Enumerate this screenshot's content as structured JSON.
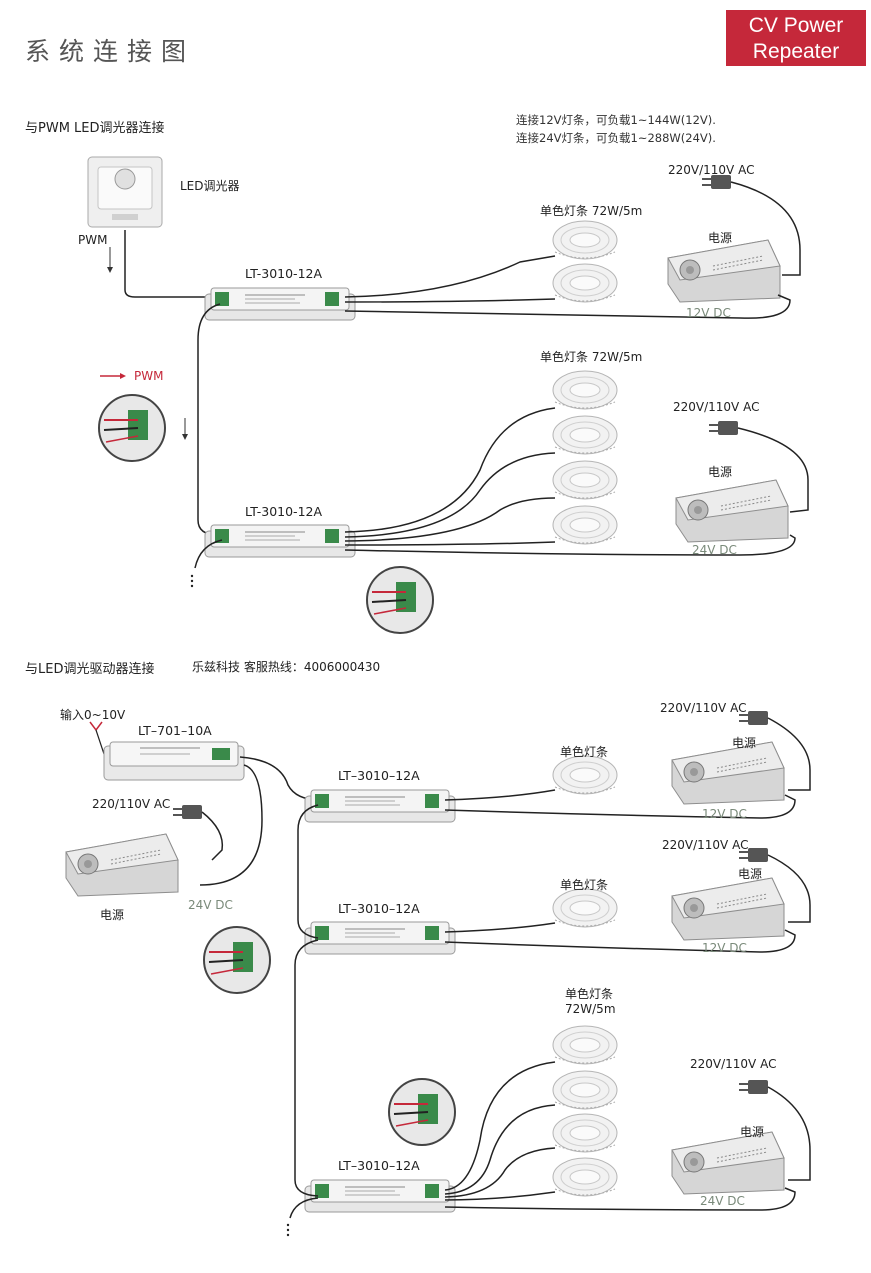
{
  "page": {
    "title": "系统连接图",
    "badge_line1": "CV Power",
    "badge_line2": "Repeater"
  },
  "section1": {
    "heading": "与PWM LED调光器连接",
    "note_line1": "连接12V灯条，可负载1~144W(12V).",
    "note_line2": "连接24V灯条，可负载1~288W(24V).",
    "dimmer_label": "LED调光器",
    "pwm_label": "PWM",
    "pwm_signal_label": "PWM",
    "controller_label": "LT-3010-12A",
    "strip_label": "单色灯条  72W/5m",
    "ac_label": "220V/110V AC",
    "psu_label": "电源",
    "dc_12": "12V DC",
    "dc_24": "24V DC"
  },
  "section2": {
    "heading": "与LED调光驱动器连接",
    "hotline": "乐兹科技 客服热线：4006000430",
    "input_label": "输入0~10V",
    "driver_label": "LT–701–10A",
    "ac_label_driver": "220/110V AC",
    "psu_label": "电源",
    "controller_label": "LT–3010–12A",
    "strip_label": "单色灯条",
    "strip_label_power": "72W/5m",
    "ac_label": "220V/110V AC",
    "dc_12": "12V DC",
    "dc_24": "24V DC"
  },
  "colors": {
    "brand_red": "#c5283a",
    "wire": "#222222",
    "dc_text": "#7a8a7a"
  }
}
